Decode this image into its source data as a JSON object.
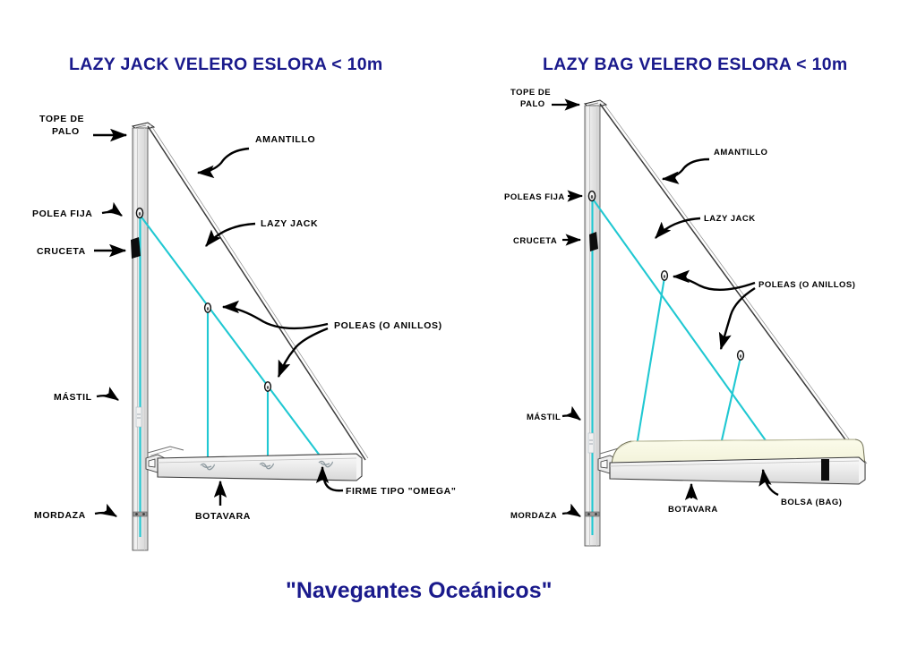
{
  "page": {
    "background_color": "#ffffff",
    "title_color": "#1a1a8c",
    "label_color": "#000000",
    "rope_color": "#20c8d2",
    "halyard_color": "#3a3a3a",
    "mast_color": "#e4e4e4",
    "boom_color": "#ededed",
    "bag_color": "#f7f7e2",
    "footer": "\"Navegantes Oceánicos\""
  },
  "left_diagram": {
    "title": "LAZY JACK VELERO ESLORA < 10m",
    "labels": {
      "mast_top": "TOPE DE\nPALO",
      "mast_top_line1": "TOPE DE",
      "mast_top_line2": "PALO",
      "fixed_pulley": "POLEA FIJA",
      "spreader": "CRUCETA",
      "mast": "MÁSTIL",
      "cleat": "MORDAZA",
      "topping_lift": "AMANTILLO",
      "lazy_jack": "LAZY JACK",
      "pulleys": "POLEAS (O ANILLOS)",
      "boom": "BOTAVARA",
      "omega_fitting": "FIRME TIPO \"OMEGA\""
    }
  },
  "right_diagram": {
    "title": "LAZY BAG VELERO ESLORA < 10m",
    "labels": {
      "mast_top_line1": "TOPE DE",
      "mast_top_line2": "PALO",
      "fixed_pulleys": "POLEAS FIJA",
      "spreader": "CRUCETA",
      "mast": "MÁSTIL",
      "cleat": "MORDAZA",
      "topping_lift": "AMANTILLO",
      "lazy_jack": "LAZY JACK",
      "pulleys": "POLEAS (O ANILLOS)",
      "boom": "BOTAVARA",
      "bag": "BOLSA (BAG)"
    }
  }
}
